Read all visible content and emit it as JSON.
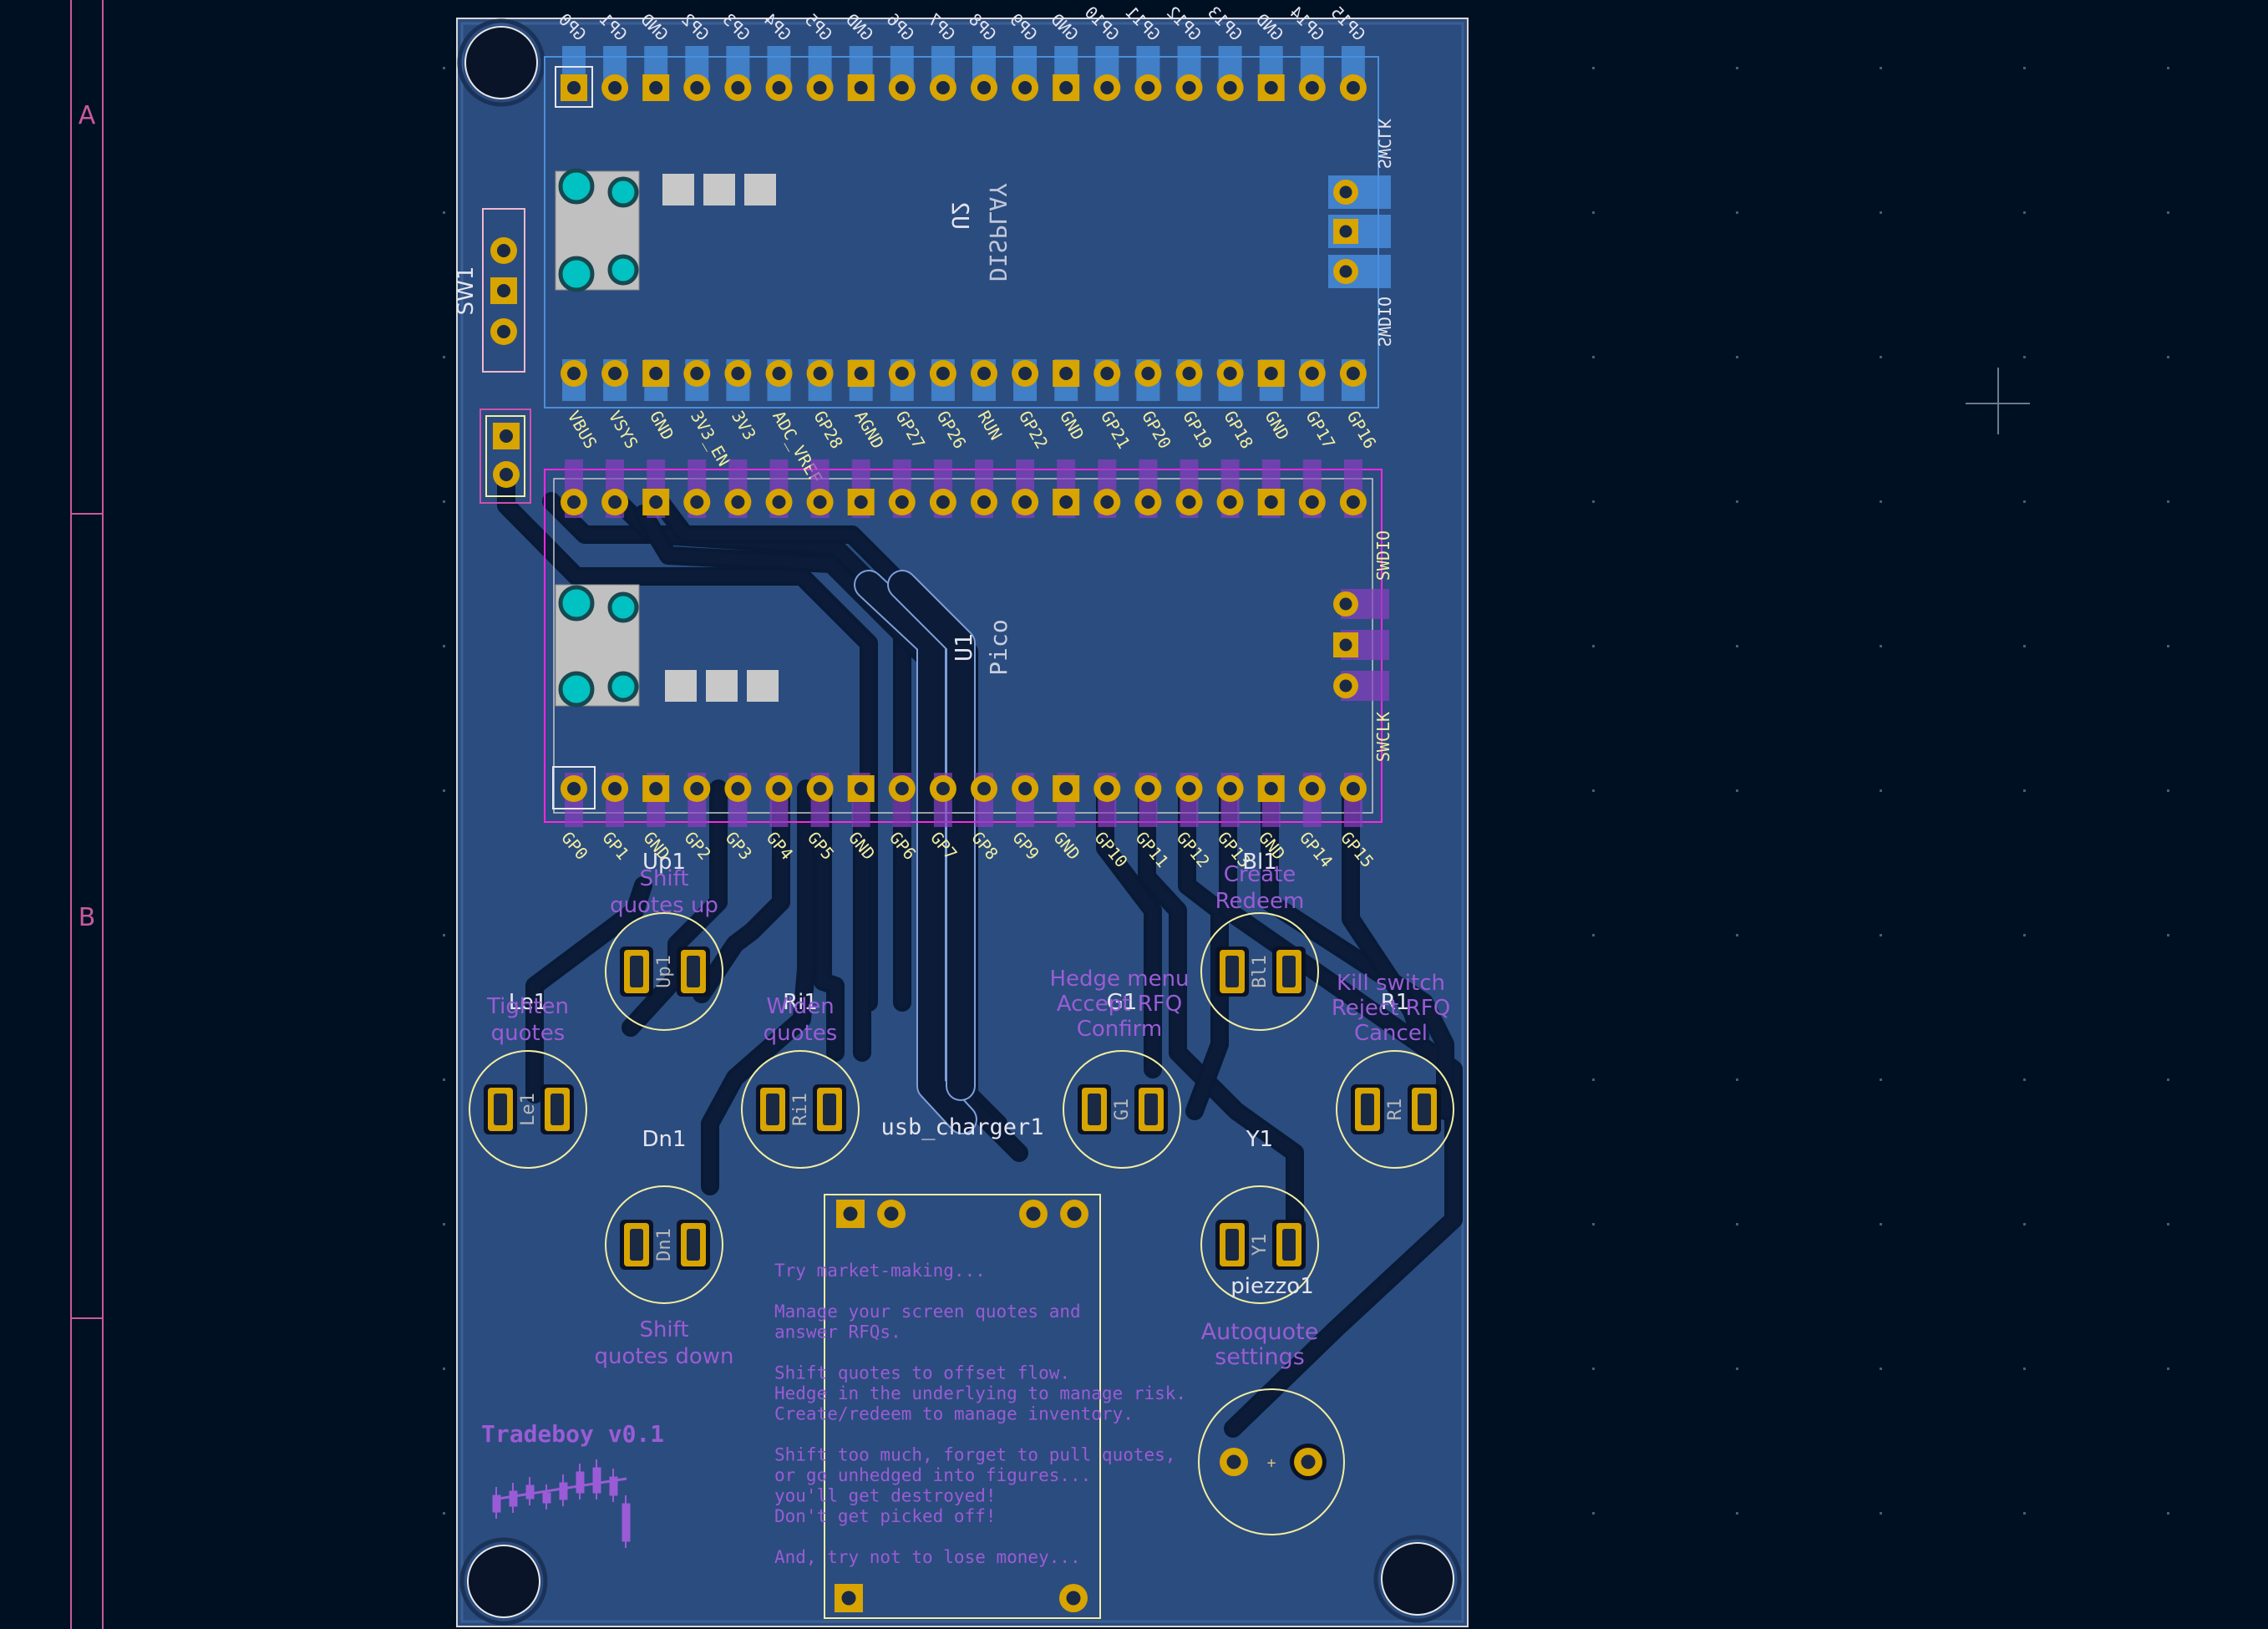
{
  "sheet": {
    "rows": [
      "A",
      "B"
    ]
  },
  "colors": {
    "background": "#001023",
    "board": "#2b4c7e",
    "copper_back": "#0a1f3f",
    "pad": "#d8a400",
    "silk_front": "#f2eda1",
    "silk_back": "#e5e5f0",
    "silk_purple": "#9a5cd6",
    "courtyard": "#ff26e2",
    "fab": "#b8b8b8",
    "via": "#00c2c2",
    "sheet_border": "#c85a9c"
  },
  "footprints": {
    "display": {
      "ref": "U2",
      "value": "DISPLAY",
      "swclk": "SWCLK",
      "swdio": "SWDIO"
    },
    "pico": {
      "ref": "U1",
      "value": "Pico",
      "swdio": "SWDIO",
      "swclk": "SWCLK"
    },
    "switch": {
      "ref": "SW1"
    },
    "charger": {
      "ref": "usb_charger1"
    },
    "piezo": {
      "ref": "piezzo1",
      "label_line1": "Autoquote",
      "label_line2": "settings"
    }
  },
  "pins": {
    "display_top": [
      "GP0",
      "GP1",
      "GND",
      "GP2",
      "GP3",
      "GP4",
      "GP5",
      "GND",
      "GP6",
      "GP7",
      "GP8",
      "GP9",
      "GND",
      "GP10",
      "GP11",
      "GP12",
      "GP13",
      "GND",
      "GP14",
      "GP15"
    ],
    "pico_top": [
      "VBUS",
      "VSYS",
      "GND",
      "3V3_EN",
      "3V3",
      "ADC_VREF",
      "GP28",
      "AGND",
      "GP27",
      "GP26",
      "RUN",
      "GP22",
      "GND",
      "GP21",
      "GP20",
      "GP19",
      "GP18",
      "GND",
      "GP17",
      "GP16"
    ],
    "pico_bottom": [
      "GP0",
      "GP1",
      "GND",
      "GP2",
      "GP3",
      "GP4",
      "GP5",
      "GND",
      "GP6",
      "GP7",
      "GP8",
      "GP9",
      "GND",
      "GP10",
      "GP11",
      "GP12",
      "GP13",
      "GND",
      "GP14",
      "GP15"
    ]
  },
  "buttons": [
    {
      "id": "up",
      "ref": "Up1",
      "line1": "Shift",
      "line2": "quotes up"
    },
    {
      "id": "left",
      "ref": "Le1",
      "line1": "Tighten",
      "line2": "quotes"
    },
    {
      "id": "right",
      "ref": "Ri1",
      "line1": "Widen",
      "line2": "quotes"
    },
    {
      "id": "down",
      "ref": "Dn1",
      "line1": "Shift",
      "line2": "quotes down"
    },
    {
      "id": "green",
      "ref": "G1",
      "line1": "Hedge menu",
      "line2": "Accept RFQ",
      "line3": "Confirm"
    },
    {
      "id": "blue",
      "ref": "Bl1",
      "line1": "Create",
      "line2": "Redeem"
    },
    {
      "id": "red",
      "ref": "R1",
      "line1": "Kill switch",
      "line2": "Reject RFQ",
      "line3": "Cancel"
    },
    {
      "id": "yellow",
      "ref": "Y1"
    }
  ],
  "logo": {
    "title": "Tradeboy v0.1"
  },
  "blurb": [
    "Try market-making...",
    "",
    "Manage your screen quotes and",
    "answer RFQs.",
    "",
    "Shift quotes to offset flow.",
    "Hedge in the underlying to manage risk.",
    "Create/redeem to manage inventory.",
    "",
    "Shift too much, forget to pull quotes,",
    "or go unhedged into figures...",
    "you'll get destroyed!",
    "Don't get picked off!",
    "",
    "And, try not to lose money..."
  ]
}
